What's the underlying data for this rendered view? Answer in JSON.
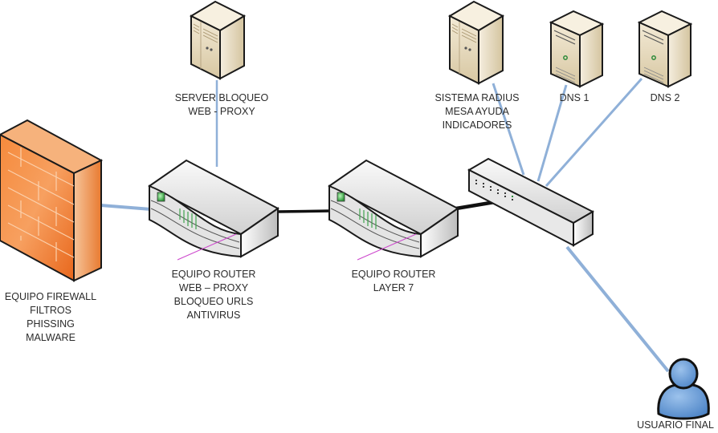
{
  "title": "",
  "colors": {
    "link_blue": "#8fb0d8",
    "link_black": "#111111",
    "firewall_orange": "#f07a2c",
    "server_beige": "#e8dcc0",
    "user_blue": "#5b8fd0",
    "router_grey": "#e6e6e6"
  },
  "nodes": {
    "firewall": {
      "icon": "firewall-icon",
      "label": "EQUIPO FIREWALL\nFILTROS\nPHISSING\nMALWARE"
    },
    "router_proxy": {
      "icon": "router-icon",
      "label": "EQUIPO ROUTER\nWEB – PROXY\nBLOQUEO URLS\nANTIVIRUS"
    },
    "server_proxy": {
      "icon": "server-tower-icon",
      "label": "SERVER BLOQUEO\nWEB - PROXY"
    },
    "router_l7": {
      "icon": "router-icon",
      "label": "EQUIPO ROUTER\nLAYER 7"
    },
    "switch": {
      "icon": "switch-icon",
      "label": ""
    },
    "radius": {
      "icon": "server-tower-icon",
      "label": "SISTEMA RADIUS\nMESA AYUDA\nINDICADORES"
    },
    "dns1": {
      "icon": "server-icon",
      "label": "DNS 1"
    },
    "dns2": {
      "icon": "server-icon",
      "label": "DNS 2"
    },
    "user": {
      "icon": "user-icon",
      "label": "USUARIO FINAL"
    }
  },
  "links": [
    {
      "from": "firewall",
      "to": "router_proxy",
      "style": "blue"
    },
    {
      "from": "server_proxy",
      "to": "router_proxy",
      "style": "blue"
    },
    {
      "from": "router_proxy",
      "to": "router_l7",
      "style": "black"
    },
    {
      "from": "router_l7",
      "to": "switch",
      "style": "black"
    },
    {
      "from": "radius",
      "to": "switch",
      "style": "blue"
    },
    {
      "from": "dns1",
      "to": "switch",
      "style": "blue"
    },
    {
      "from": "dns2",
      "to": "switch",
      "style": "blue"
    },
    {
      "from": "switch",
      "to": "user",
      "style": "blue"
    }
  ]
}
